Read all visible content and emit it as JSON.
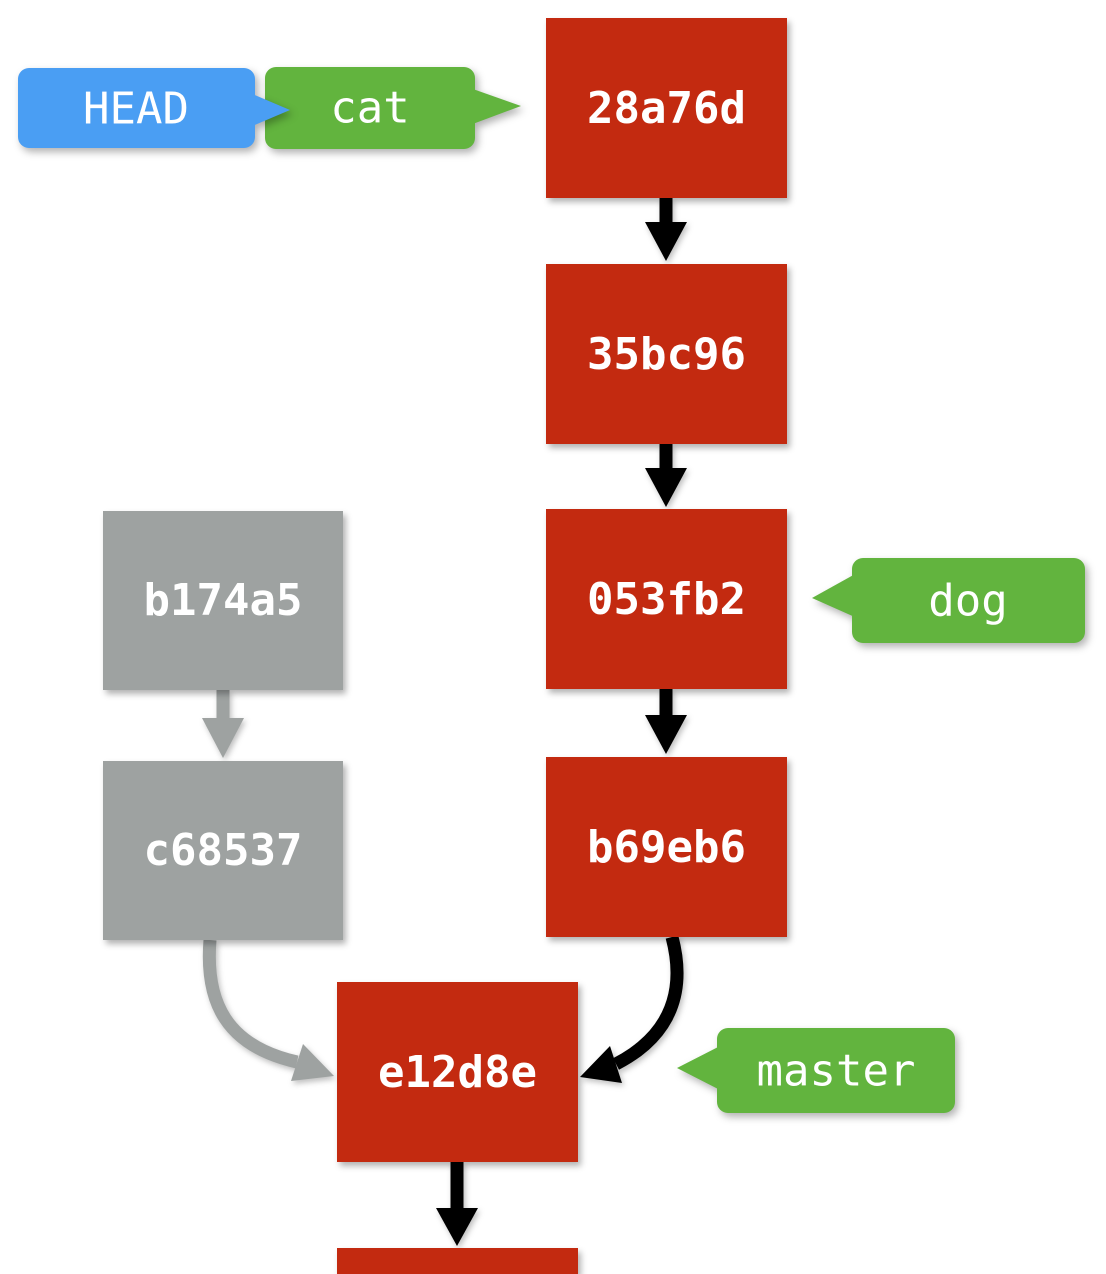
{
  "diagram": {
    "type": "git-commit-graph",
    "commits": {
      "main": [
        {
          "hash": "28a76d"
        },
        {
          "hash": "35bc96"
        },
        {
          "hash": "053fb2"
        },
        {
          "hash": "b69eb6"
        },
        {
          "hash": "e12d8e"
        },
        {
          "hash": ""
        }
      ],
      "unreachable": [
        {
          "hash": "b174a5"
        },
        {
          "hash": "c68537"
        }
      ]
    },
    "tags": {
      "head": "HEAD",
      "cat": "cat",
      "dog": "dog",
      "master": "master"
    },
    "edges": [
      {
        "from": "28a76d",
        "to": "35bc96",
        "style": "black-straight"
      },
      {
        "from": "35bc96",
        "to": "053fb2",
        "style": "black-straight"
      },
      {
        "from": "053fb2",
        "to": "b69eb6",
        "style": "black-straight"
      },
      {
        "from": "b69eb6",
        "to": "e12d8e",
        "style": "black-curved"
      },
      {
        "from": "e12d8e",
        "to": "bottom-partial-commit",
        "style": "black-straight"
      },
      {
        "from": "b174a5",
        "to": "c68537",
        "style": "gray-straight"
      },
      {
        "from": "c68537",
        "to": "e12d8e",
        "style": "gray-curved"
      }
    ],
    "pointers": [
      {
        "from": "HEAD",
        "points_to": "cat"
      },
      {
        "from": "cat",
        "points_to": "28a76d"
      },
      {
        "from": "dog",
        "points_to": "053fb2"
      },
      {
        "from": "master",
        "points_to": "e12d8e"
      }
    ],
    "colors": {
      "commit_box": "#c32a10",
      "unreachable_box": "#9ea2a1",
      "branch_tag": "#62b43e",
      "head_tag": "#4a9ef3",
      "arrow_black": "#000000",
      "arrow_gray": "#9ea2a1",
      "text": "#ffffff",
      "background": "#ffffff"
    }
  }
}
